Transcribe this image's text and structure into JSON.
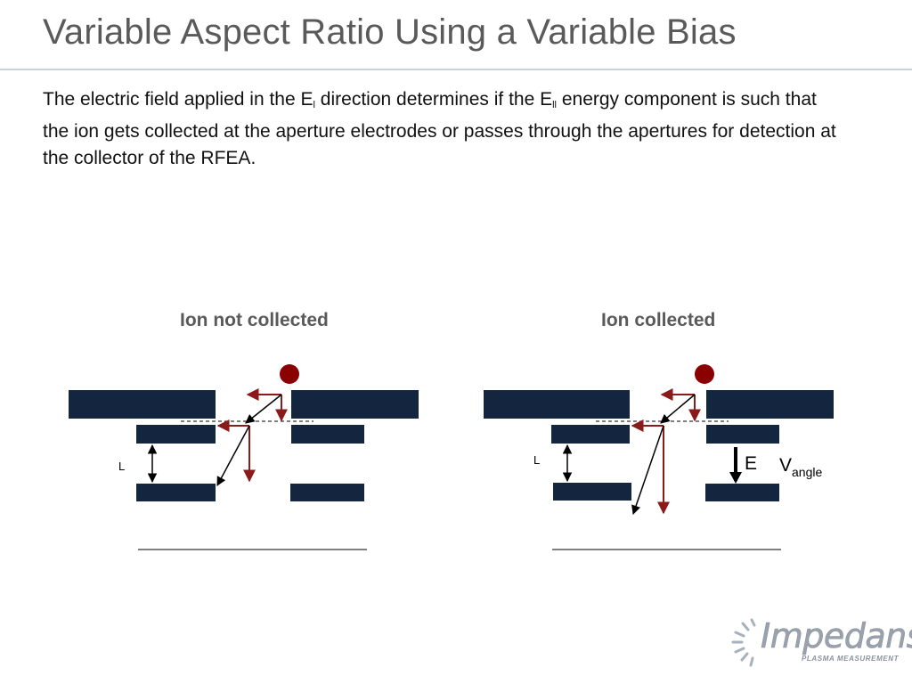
{
  "slide": {
    "title": "Variable Aspect Ratio Using a Variable Bias",
    "paragraph": {
      "p1": "The electric field applied in the E",
      "sub1": "l",
      "p2": " direction determines if the E",
      "sub2": "ll",
      "p3": " energy component is such that the ion gets collected at the aperture electrodes or passes through the apertures for detection at the collector of the RFEA."
    }
  },
  "diagram": {
    "left_panel": {
      "heading": "Ion not collected",
      "length_label": "L"
    },
    "right_panel": {
      "heading": "Ion collected",
      "length_label": "L",
      "field_label": "E",
      "voltage_label": "V",
      "voltage_sub": "angle"
    },
    "colors": {
      "electrode": "#14263f",
      "ion": "#8b0000",
      "velocity_arrow": "#8b1a1a",
      "trajectory": "#000000"
    }
  },
  "logo": {
    "name": "Impedans",
    "tagline": "PLASMA MEASUREMENT"
  }
}
